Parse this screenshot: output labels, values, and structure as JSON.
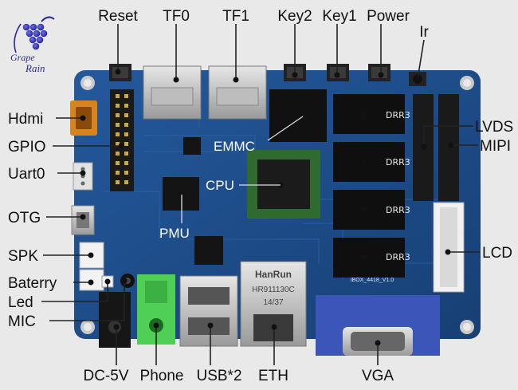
{
  "logo": {
    "line1": "Grape",
    "line2": "Rain"
  },
  "top_labels": {
    "reset": "Reset",
    "tf0": "TF0",
    "tf1": "TF1",
    "key2": "Key2",
    "key1": "Key1",
    "power": "Power",
    "ir": "Ir"
  },
  "left_labels": {
    "hdmi": "Hdmi",
    "gpio": "GPIO",
    "uart0": "Uart0",
    "otg": "OTG",
    "spk": "SPK",
    "battery": "Baterry",
    "led": "Led",
    "mic": "MIC"
  },
  "right_labels": {
    "lvds": "LVDS",
    "mipi": "MIPI",
    "lcd": "LCD"
  },
  "bottom_labels": {
    "dc": "DC-5V",
    "phone": "Phone",
    "usb": "USB*2",
    "eth": "ETH",
    "vga": "VGA"
  },
  "board_labels": {
    "emmc": "EMMC",
    "cpu": "CPU",
    "pmu": "PMU",
    "ddr1": "DRR3",
    "ddr2": "DRR3",
    "ddr3": "DRR3",
    "ddr4": "DRR3"
  },
  "silkscreen": {
    "hanrun": "HanRun",
    "part": "HR911130C",
    "date": "14/37",
    "board_id": "iBOX_4418_V1.0"
  },
  "colors": {
    "board": "#1e4f8f",
    "board_dark": "#163c6e",
    "background": "#e9e9e9",
    "cpu_green": "#2f6b2f"
  }
}
